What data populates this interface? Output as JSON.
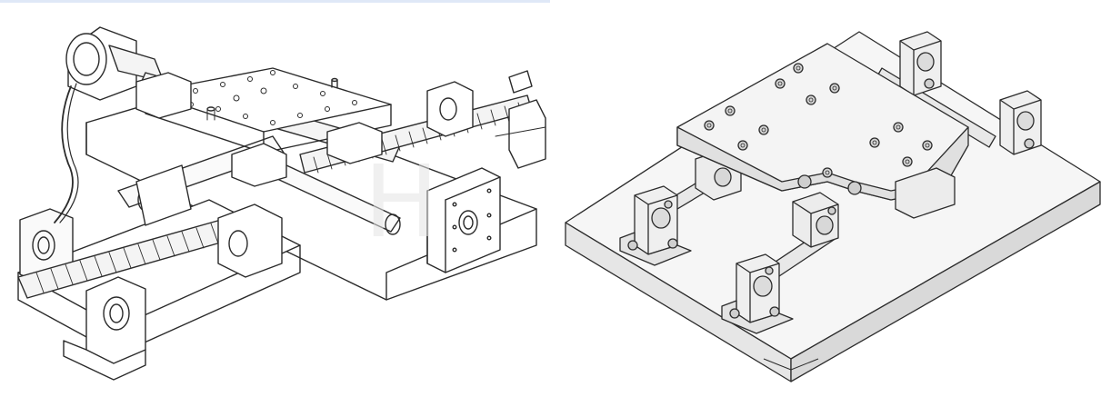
{
  "figure": {
    "left_panel": {
      "subject": "xy-stage-ballscrew-line-drawing",
      "style": "hand-sketch-linework"
    },
    "right_panel": {
      "subject": "xy-stage-linear-shaft-isometric",
      "style": "cad-isometric-render"
    }
  },
  "colors": {
    "background": "#ffffff",
    "line": "#2b2b2b",
    "line_light": "#5a5a5a",
    "fill_light": "#f2f2f2",
    "fill_mid": "#e2e2e2",
    "fill_dark": "#c8c8c8",
    "top_bar": "#dfe8f7",
    "watermark": "#d6d6d6"
  }
}
